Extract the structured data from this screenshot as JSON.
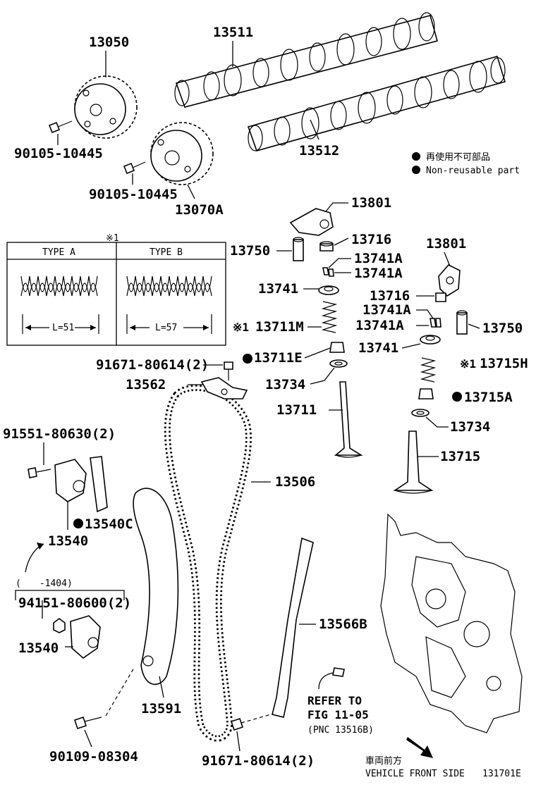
{
  "diagram_id": "131701E",
  "legend": {
    "jp": "再使用不可部品",
    "en": "Non-reusable part"
  },
  "type_table": {
    "note_mark": "※1",
    "type_a": {
      "header": "TYPE A",
      "length": "L=51"
    },
    "type_b": {
      "header": "TYPE B",
      "length": "L=57"
    }
  },
  "parts": {
    "p13050": "13050",
    "p13511": "13511",
    "p13512": "13512",
    "p13070A": "13070A",
    "bolt_a": "90105-10445",
    "bolt_b": "90105-10445",
    "p13801_a": "13801",
    "p13801_b": "13801",
    "p13716_a": "13716",
    "p13716_b": "13716",
    "p13750_a": "13750",
    "p13750_b": "13750",
    "p13741A_1": "13741A",
    "p13741A_2": "13741A",
    "p13741A_3": "13741A",
    "p13741A_4": "13741A",
    "p13741_a": "13741",
    "p13741_b": "13741",
    "p13711M": "13711M",
    "p13715H": "13715H",
    "p13711E": "13711E",
    "p13715A": "13715A",
    "p13734_a": "13734",
    "p13734_b": "13734",
    "p13711": "13711",
    "p13715": "13715",
    "bolt_91671_top": "91671-80614(2)",
    "p13562": "13562",
    "bolt_91551": "91551-80630(2)",
    "p13506": "13506",
    "p13540C": "13540C",
    "p13540_a": "13540",
    "p13540_b": "13540",
    "date_range": "(　　-1404)",
    "bolt_94151": "94151-80600(2)",
    "p13566B": "13566B",
    "p13591": "13591",
    "bolt_90109": "90109-08304",
    "bolt_91671_bottom": "91671-80614(2)"
  },
  "refer": {
    "line1": "REFER TO",
    "line2": "FIG 11-05",
    "line3": "(PNC 13516B)"
  },
  "direction": {
    "jp": "車両前方",
    "en": "VEHICLE FRONT SIDE"
  }
}
